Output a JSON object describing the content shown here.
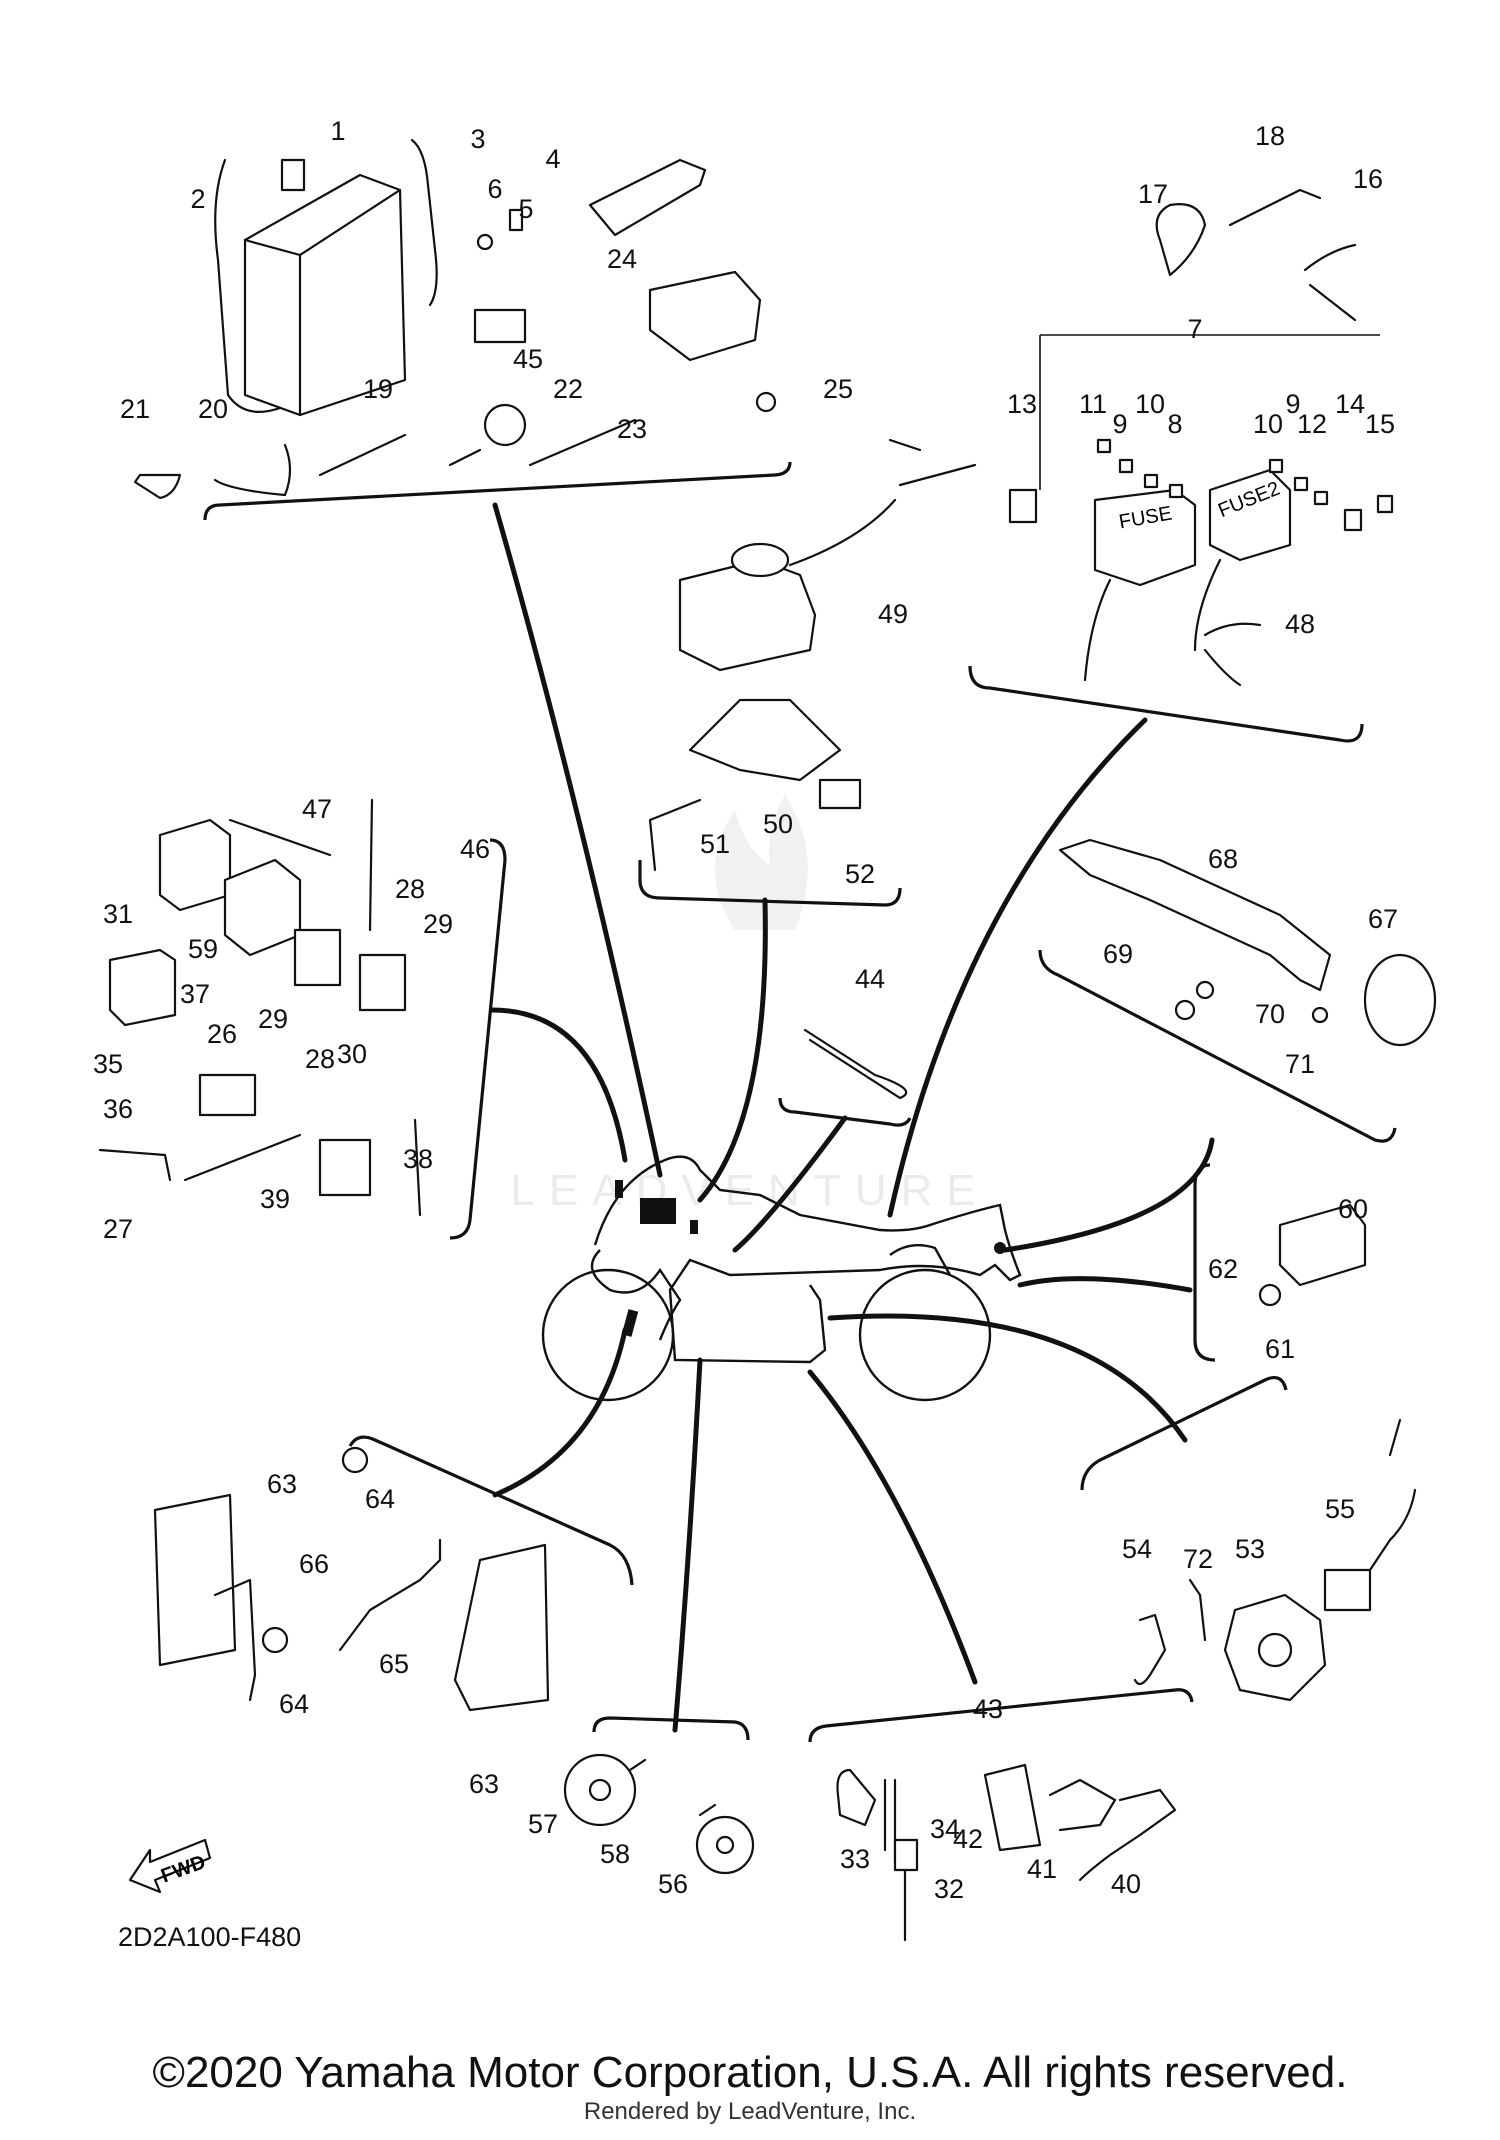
{
  "diagram_code": "2D2A100-F480",
  "copyright": "©2020 Yamaha Motor Corporation, U.S.A. All rights reserved.",
  "rendered_by": "Rendered by LeadVenture, Inc.",
  "watermark": "LEADVENTURE",
  "fwd_badge": "FWD",
  "part_labels": [
    {
      "text": "1"
    },
    {
      "text": "2"
    },
    {
      "text": "3"
    },
    {
      "text": "4"
    },
    {
      "text": "5"
    },
    {
      "text": "6"
    },
    {
      "text": "24"
    },
    {
      "text": "19"
    },
    {
      "text": "45"
    },
    {
      "text": "22"
    },
    {
      "text": "23"
    },
    {
      "text": "25"
    },
    {
      "text": "21"
    },
    {
      "text": "20"
    },
    {
      "text": "18"
    },
    {
      "text": "17"
    },
    {
      "text": "16"
    },
    {
      "text": "7"
    },
    {
      "text": "13"
    },
    {
      "text": "11"
    },
    {
      "text": "10"
    },
    {
      "text": "9"
    },
    {
      "text": "8"
    },
    {
      "text": "9"
    },
    {
      "text": "14"
    },
    {
      "text": "10"
    },
    {
      "text": "12"
    },
    {
      "text": "15"
    },
    {
      "text": "48"
    },
    {
      "text": "49"
    },
    {
      "text": "50"
    },
    {
      "text": "51"
    },
    {
      "text": "52"
    },
    {
      "text": "47"
    },
    {
      "text": "46"
    },
    {
      "text": "28"
    },
    {
      "text": "29"
    },
    {
      "text": "31"
    },
    {
      "text": "59"
    },
    {
      "text": "37"
    },
    {
      "text": "26"
    },
    {
      "text": "29"
    },
    {
      "text": "28"
    },
    {
      "text": "35"
    },
    {
      "text": "36"
    },
    {
      "text": "30"
    },
    {
      "text": "38"
    },
    {
      "text": "27"
    },
    {
      "text": "39"
    },
    {
      "text": "68"
    },
    {
      "text": "67"
    },
    {
      "text": "69"
    },
    {
      "text": "70"
    },
    {
      "text": "71"
    },
    {
      "text": "44"
    },
    {
      "text": "60"
    },
    {
      "text": "62"
    },
    {
      "text": "61"
    },
    {
      "text": "63"
    },
    {
      "text": "64"
    },
    {
      "text": "66"
    },
    {
      "text": "64"
    },
    {
      "text": "65"
    },
    {
      "text": "63"
    },
    {
      "text": "57"
    },
    {
      "text": "58"
    },
    {
      "text": "56"
    },
    {
      "text": "43"
    },
    {
      "text": "34"
    },
    {
      "text": "33"
    },
    {
      "text": "42"
    },
    {
      "text": "32"
    },
    {
      "text": "41"
    },
    {
      "text": "40"
    },
    {
      "text": "54"
    },
    {
      "text": "72"
    },
    {
      "text": "53"
    },
    {
      "text": "55"
    }
  ],
  "fuse_marks": [
    "FUSE",
    "FUSE2"
  ]
}
